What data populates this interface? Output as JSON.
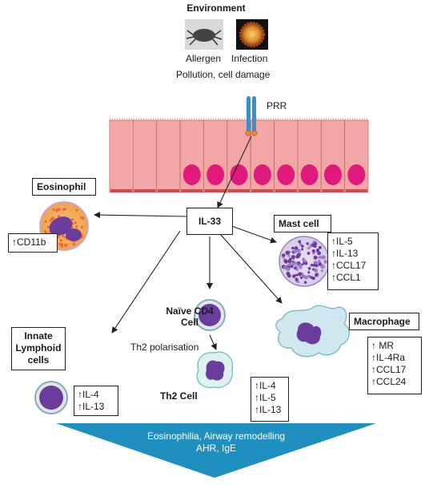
{
  "environment": {
    "title": "Environment",
    "allergen": "Allergen",
    "infection": "Infection",
    "pollution": "Pollution, cell damage"
  },
  "receptor": {
    "label": "PRR"
  },
  "hub": {
    "label": "IL-33"
  },
  "eosinophil": {
    "title": "Eosinophil",
    "markers": [
      "↑CD11b"
    ]
  },
  "mast_cell": {
    "title": "Mast cell",
    "markers": [
      "↑IL-5",
      "↑IL-13",
      "↑CCL17",
      "↑CCL1"
    ]
  },
  "macrophage": {
    "title": "Macrophage",
    "markers": [
      "↑ MR",
      "↑IL-4Ra",
      "↑CCL17",
      "↑CCL24"
    ]
  },
  "ilc": {
    "title_lines": [
      "Innate",
      "Lymphoid",
      "cells"
    ],
    "markers": [
      "↑IL-4",
      "↑IL-13"
    ]
  },
  "naive_cd4": {
    "title_lines": [
      "Naïve CD4",
      "Cell"
    ]
  },
  "th2": {
    "polarisation": "Th2 polarisation",
    "title": "Th2 Cell",
    "markers": [
      "↑IL-4",
      "↑IL-5",
      "↑IL-13"
    ]
  },
  "outcome": {
    "lines": [
      "Eosinophilia, Airway remodelling",
      "AHR, IgE"
    ]
  },
  "colors": {
    "epithelium": "#f3a6a6",
    "nucleus": "#e0197d",
    "receptor": "#3a8fc6",
    "outcome_arrow": "#1f8fc0",
    "cell_purple": "#6a3c9c"
  }
}
